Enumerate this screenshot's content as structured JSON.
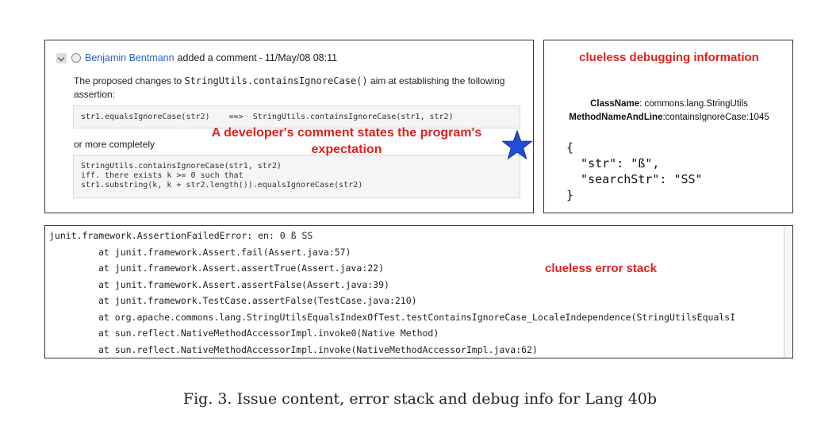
{
  "issue": {
    "header": {
      "author": "Benjamin Bentmann",
      "action": "added a comment",
      "separator": "-",
      "timestamp": "11/May/08 08:11"
    },
    "para1_before": "The proposed changes to ",
    "para1_code": "StringUtils.containsIgnoreCase()",
    "para1_after": " aim at establishing the following assertion:",
    "code1": "str1.equalsIgnoreCase(str2)    ==>  StringUtils.containsIgnoreCase(str1, str2)",
    "para2": "or more completely",
    "code2": [
      "StringUtils.containsIgnoreCase(str1, str2)",
      "iff. there exists k >= 0 such that",
      "str1.substring(k, k + str2.length()).equalsIgnoreCase(str2)"
    ],
    "annotation": "A developer's comment states the program's expectation",
    "star_color": "#1f4fd8"
  },
  "debug": {
    "title": "clueless debugging information",
    "class_key": "ClassName",
    "class_value": ": commons.lang.StringUtils",
    "method_key": "MethodNameAndLine",
    "method_value": ":containsIgnoreCase:1045",
    "json_lines": [
      "{",
      "  \"str\": \"ß\",",
      "  \"searchStr\": \"SS\"",
      "}"
    ]
  },
  "stack": {
    "first_line": "junit.framework.AssertionFailedError: en: 0 ß SS",
    "frames": [
      "at junit.framework.Assert.fail(Assert.java:57)",
      "at junit.framework.Assert.assertTrue(Assert.java:22)",
      "at junit.framework.Assert.assertFalse(Assert.java:39)",
      "at junit.framework.TestCase.assertFalse(TestCase.java:210)",
      "at org.apache.commons.lang.StringUtilsEqualsIndexOfTest.testContainsIgnoreCase_LocaleIndependence(StringUtilsEqualsI",
      "at sun.reflect.NativeMethodAccessorImpl.invoke0(Native Method)",
      "at sun.reflect.NativeMethodAccessorImpl.invoke(NativeMethodAccessorImpl.java:62)"
    ],
    "annotation": "clueless error stack"
  },
  "colors": {
    "annotation_red": "#e1201f",
    "author_link": "#2a62c9"
  },
  "caption": "Fig. 3.  Issue content, error stack and debug info for Lang 40b"
}
